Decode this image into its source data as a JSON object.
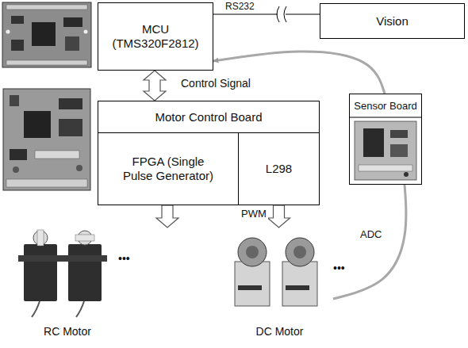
{
  "diagram": {
    "nodes": [
      {
        "text": [
          "MCU (TMS320F2812)"
        ]
      },
      {
        "text": [
          "Vision"
        ]
      },
      {
        "text": [
          "Motor Control Board"
        ]
      },
      {
        "text": [
          "FPGA (Single Pulse Generator)"
        ],
        "in": 2
      },
      {
        "text": [
          "L298"
        ],
        "in": 2
      },
      {
        "text": [
          "Sensor Board"
        ]
      },
      {
        "text": [
          "RC Motor"
        ]
      },
      {
        "text": [
          "DC Motor"
        ]
      }
    ],
    "edges": [
      {
        "from": 0,
        "to": 1,
        "label": "RS232",
        "arrow": "none"
      },
      {
        "from": 0,
        "to": 2,
        "label": "Control Signal",
        "arrow": "both"
      },
      {
        "from": 3,
        "to": 6,
        "arrow": "to"
      },
      {
        "from": 4,
        "to": 7,
        "label": "PWM",
        "arrow": "to"
      },
      {
        "from": 7,
        "to": 5,
        "label": "ADC",
        "arrow": "none"
      },
      {
        "from": 5,
        "to": 0,
        "arrow": "to"
      }
    ],
    "labels": [
      "•••",
      "•••"
    ]
  }
}
